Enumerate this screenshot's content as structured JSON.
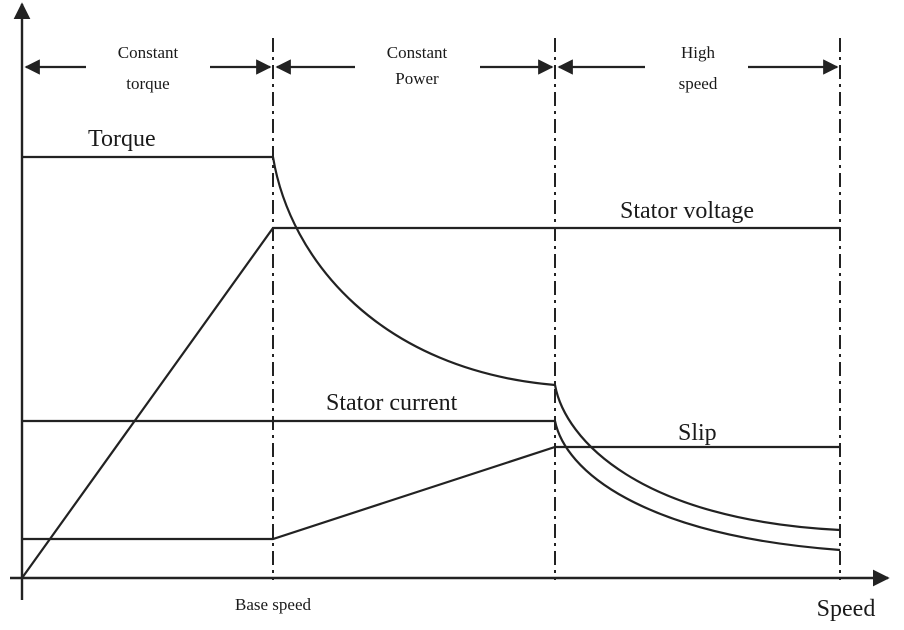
{
  "regions": {
    "constant_torque": [
      "Constant",
      "torque"
    ],
    "constant_power": [
      "Constant",
      "Power"
    ],
    "high_speed": [
      "High",
      "speed"
    ]
  },
  "labels": {
    "torque": "Torque",
    "stator_voltage": "Stator voltage",
    "stator_current": "Stator current",
    "slip": "Slip",
    "base_speed": "Base speed",
    "x_axis": "Speed"
  }
}
